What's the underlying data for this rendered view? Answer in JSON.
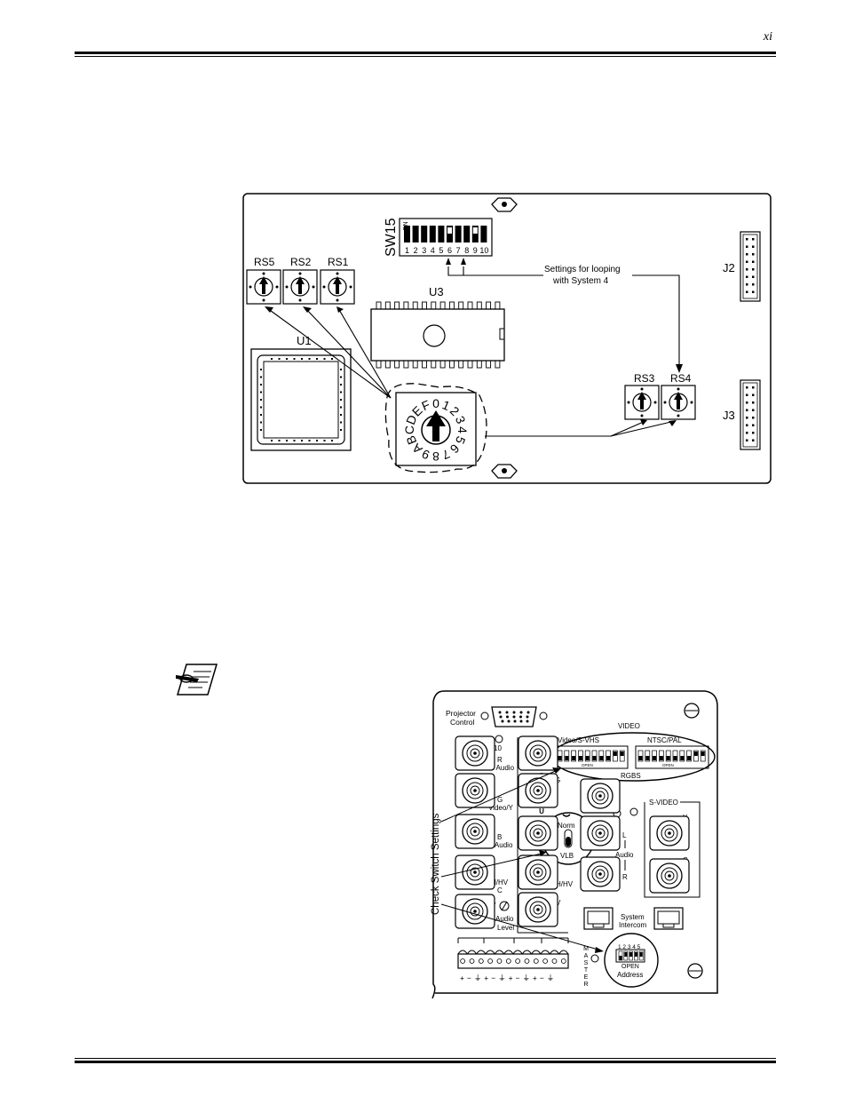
{
  "header": {
    "page_number": "xi"
  },
  "figure1": {
    "labels": {
      "sw15": "SW15",
      "sw_on": "ON",
      "sw_numbers": [
        "1",
        "2",
        "3",
        "4",
        "5",
        "6",
        "7",
        "8",
        "9",
        "10"
      ],
      "rs5": "RS5",
      "rs2": "RS2",
      "rs1": "RS1",
      "rs3": "RS3",
      "rs4": "RS4",
      "u1": "U1",
      "u3": "U3",
      "j2": "J2",
      "j3": "J3",
      "note_line1": "Settings for looping",
      "note_line2": "with System 4",
      "hex_digits": [
        "0",
        "1",
        "2",
        "3",
        "4",
        "5",
        "6",
        "7",
        "8",
        "9",
        "A",
        "B",
        "C",
        "D",
        "E",
        "F"
      ]
    }
  },
  "figure2": {
    "labels": {
      "projector_control_1": "Projector",
      "projector_control_2": "Control",
      "video": "VIDEO",
      "svideo_svhs": "S-Video/S-VHS",
      "ntsc_pal": "NTSC/PAL",
      "rgbs": "RGBS",
      "open": "OPEN",
      "num_10": "10",
      "r": "R",
      "r_audio": "R Audio",
      "g": "G",
      "video_y": "Video/Y",
      "b": "B",
      "l_audio": "L Audio",
      "hhv": "H/HV",
      "c": "C",
      "v": "V",
      "audio_level_1": "Audio",
      "audio_level_2": "Level",
      "outputs": "OUTPUTS",
      "norm": "Norm",
      "vlb": "VLB",
      "l": "L",
      "audio": "Audio",
      "s_video": "S-VIDEO",
      "y": "Y",
      "system_intercom_1": "System",
      "system_intercom_2": "Intercom",
      "master": "MASTER",
      "address": "Address",
      "addr_numbers": "1 2 3 4 5",
      "check_switch": "Check Switch Settings",
      "terminal_signs": "+ − ⏚ + − ⏚ + − ⏚ + − ⏚"
    }
  },
  "icons": {
    "note": "pencil-note-icon"
  }
}
